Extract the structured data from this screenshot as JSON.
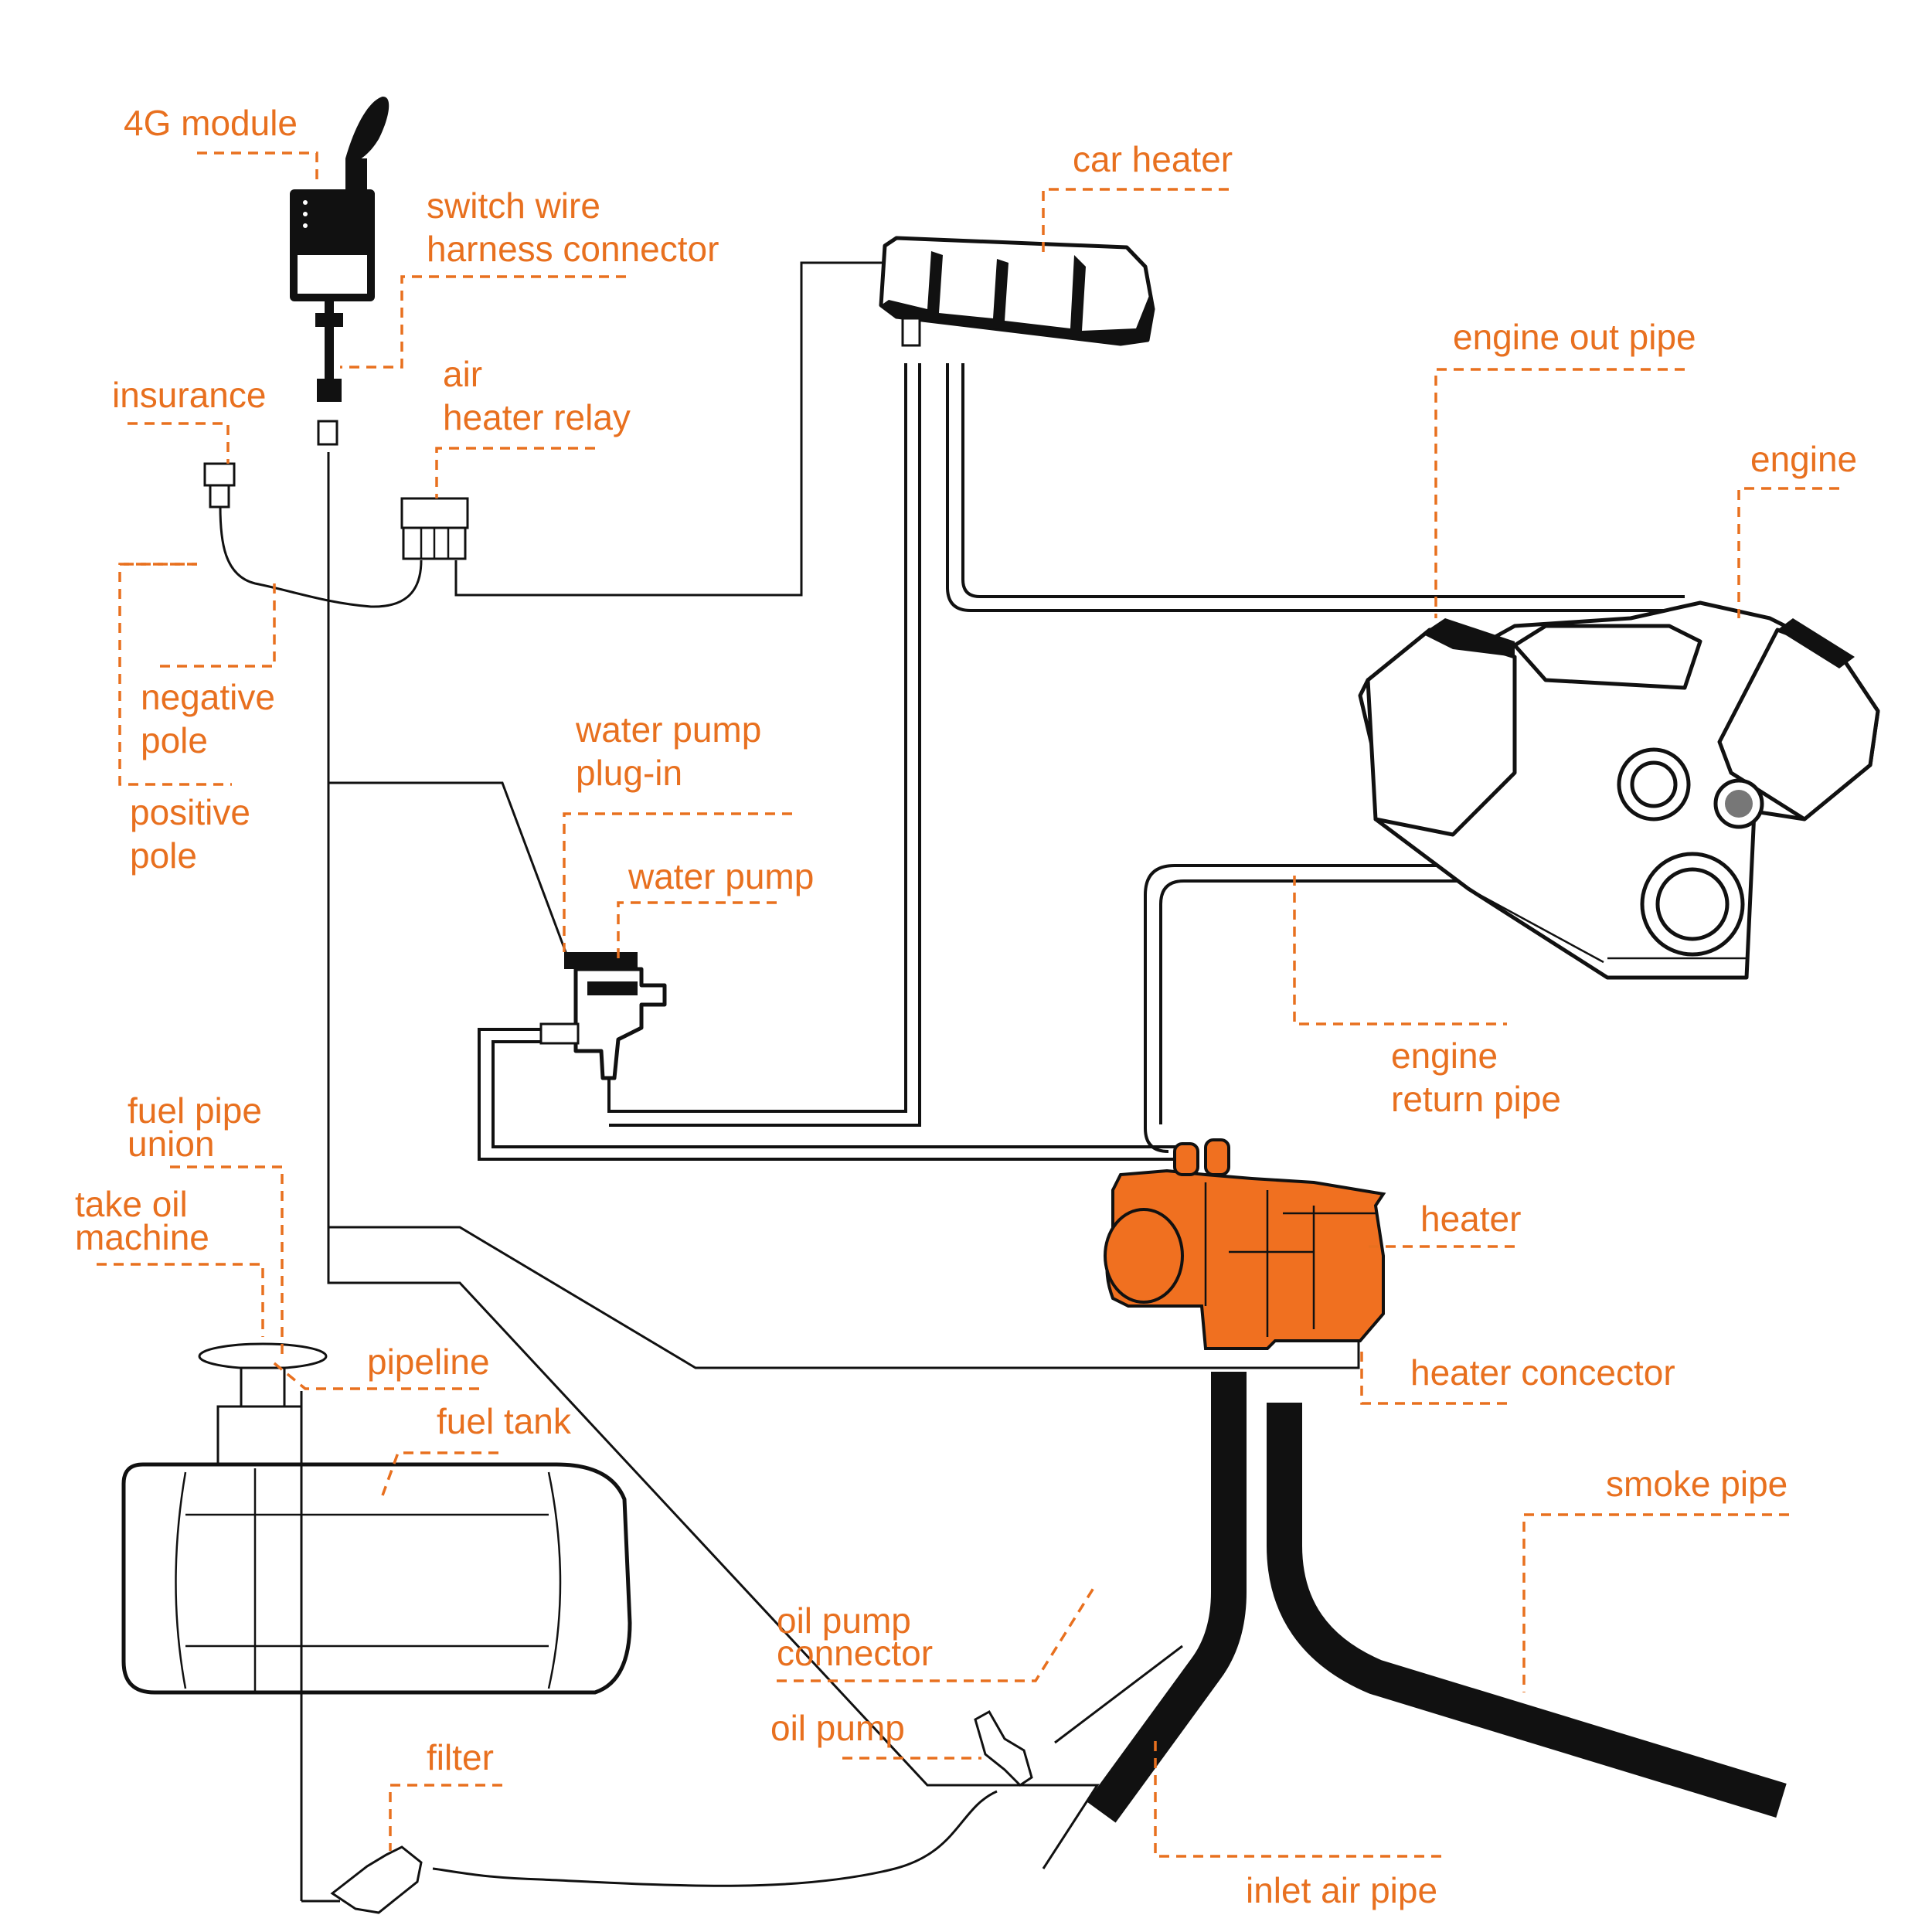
{
  "labels": {
    "module_4g": "4G module",
    "switch_wire_1": "switch wire",
    "switch_wire_2": "harness connector",
    "car_heater": "car heater",
    "insurance": "insurance",
    "air_relay_1": "air",
    "air_relay_2": "heater relay",
    "engine_out_pipe": "engine  out pipe",
    "engine": "engine",
    "negative_pole_1": "negative",
    "negative_pole_2": "pole",
    "positive_pole_1": "positive",
    "positive_pole_2": "pole",
    "water_pump_plugin_1": "water pump",
    "water_pump_plugin_2": "plug-in",
    "water_pump": "water pump",
    "engine_return_1": "engine",
    "engine_return_2": "return pipe",
    "fuel_pipe_union_1": "fuel pipe",
    "fuel_pipe_union_2": "union",
    "take_oil_1": "take oil",
    "take_oil_2": "machine",
    "heater": "heater",
    "pipeline": "pipeline",
    "heater_connector": "heater concector",
    "fuel_tank": "fuel tank",
    "smoke_pipe": "smoke pipe",
    "oil_pump_connector_1": "oil pump",
    "oil_pump_connector_2": "connector",
    "oil_pump": "oil pump",
    "filter": "filter",
    "inlet_air_pipe": "inlet air pipe"
  },
  "colors": {
    "accent": "#e8701f",
    "line": "#111111",
    "heater_fill": "#f07020"
  }
}
